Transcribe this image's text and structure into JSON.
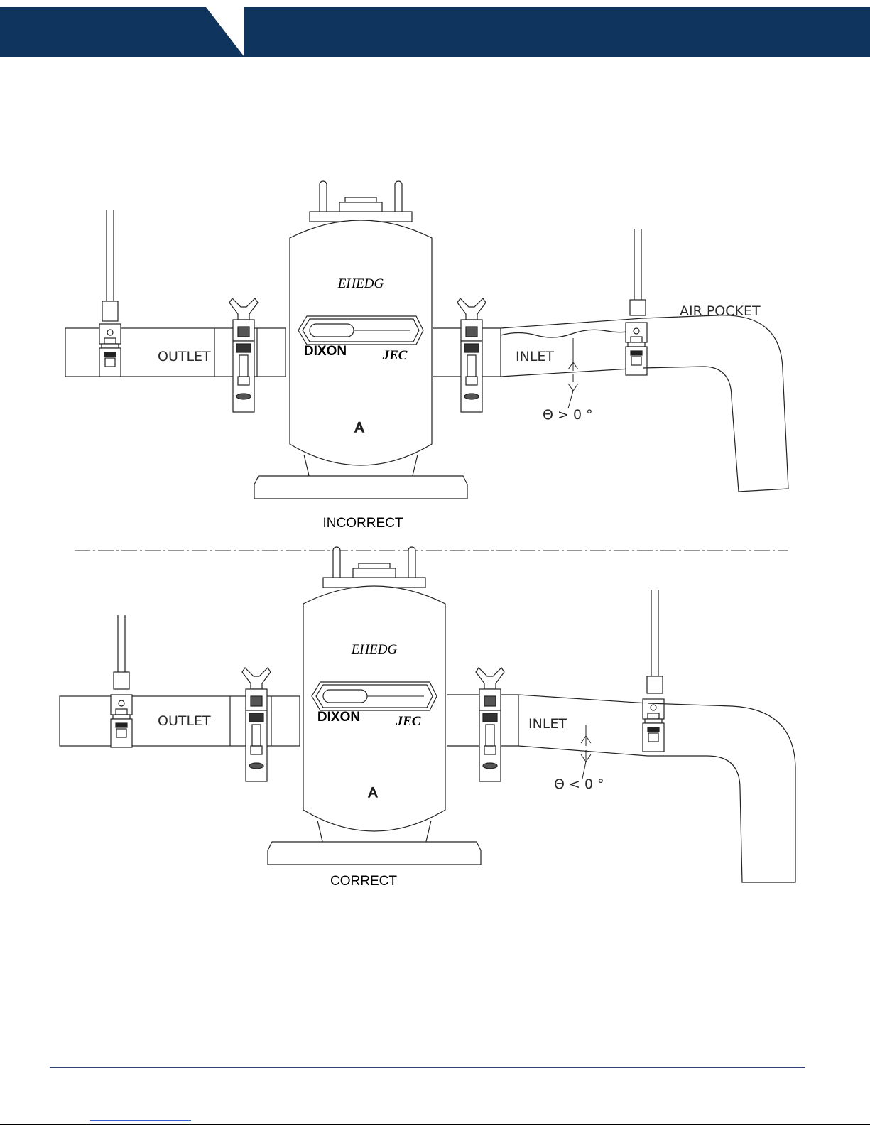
{
  "header": {
    "color": "#0f355e"
  },
  "incorrect": {
    "outlet_label": "OUTLET",
    "inlet_label": "INLET",
    "air_pocket_label": "AIR POCKET",
    "angle_label": "Θ > 0 °",
    "caption": "INCORRECT"
  },
  "correct": {
    "outlet_label": "OUTLET",
    "inlet_label": "INLET",
    "angle_label": "Θ < 0 °",
    "caption": "CORRECT"
  },
  "logos": {
    "ehedg": "EHEDG",
    "dixon": "DIXON",
    "jec": "JEC",
    "a3": "A"
  }
}
